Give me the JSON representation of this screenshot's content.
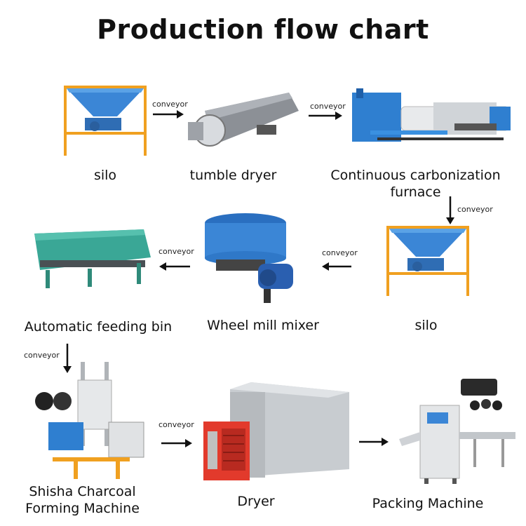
{
  "title": "Production flow chart",
  "connector_label": "conveyor",
  "steps": [
    {
      "label": "silo"
    },
    {
      "label": "tumble dryer"
    },
    {
      "label": "Continuous carbonization furnace"
    },
    {
      "label": "silo"
    },
    {
      "label": "Wheel mill mixer"
    },
    {
      "label": "Automatic feeding bin"
    },
    {
      "label": "Shisha Charcoal Forming Machine"
    },
    {
      "label": "Dryer"
    },
    {
      "label": "Packing Machine"
    }
  ],
  "colors": {
    "machine_blue": "#3b86d6",
    "frame_orange": "#f0a020",
    "teal": "#3aa796",
    "dryer_red": "#e23a2c",
    "steel": "#b8bcc2",
    "arrow": "#111111"
  }
}
